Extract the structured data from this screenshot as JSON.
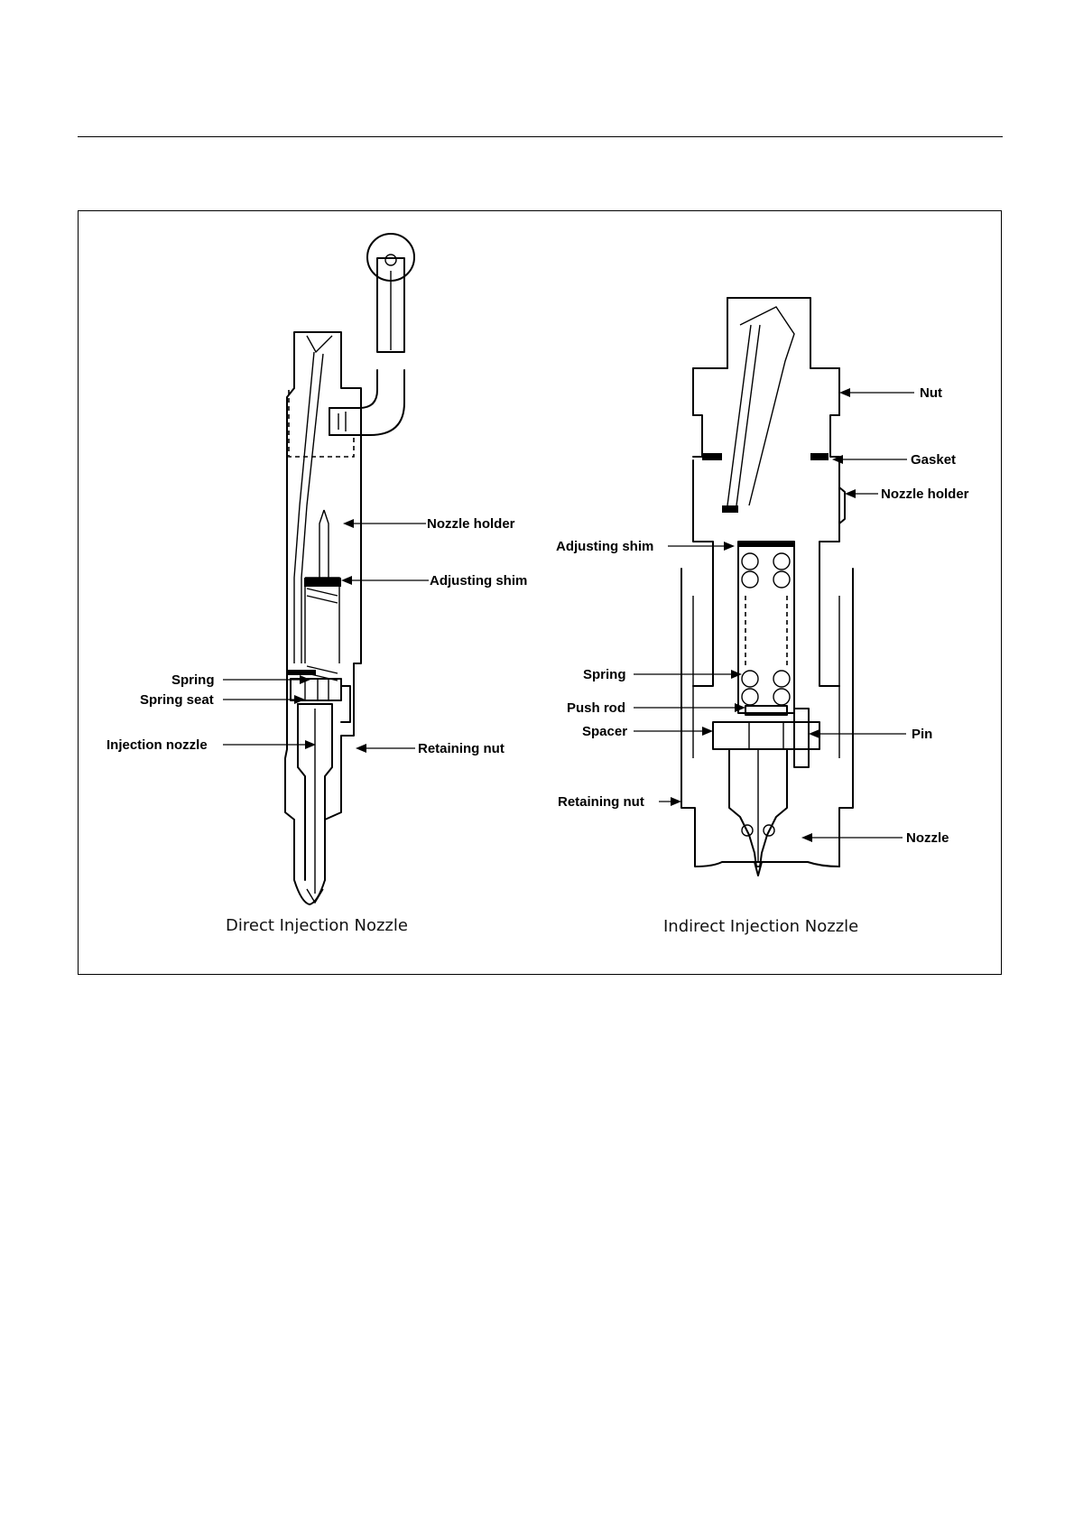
{
  "figure": {
    "direct": {
      "caption": "Direct Injection Nozzle",
      "labels": {
        "nozzle_holder": "Nozzle holder",
        "adjusting_shim": "Adjusting shim",
        "spring": "Spring",
        "spring_seat": "Spring seat",
        "injection_nozzle": "Injection nozzle",
        "retaining_nut": "Retaining nut"
      }
    },
    "indirect": {
      "caption": "Indirect Injection Nozzle",
      "labels": {
        "nut": "Nut",
        "gasket": "Gasket",
        "nozzle_holder": "Nozzle holder",
        "adjusting_shim": "Adjusting shim",
        "spring": "Spring",
        "push_rod": "Push rod",
        "spacer": "Spacer",
        "pin": "Pin",
        "retaining_nut": "Retaining nut",
        "nozzle": "Nozzle"
      }
    }
  }
}
